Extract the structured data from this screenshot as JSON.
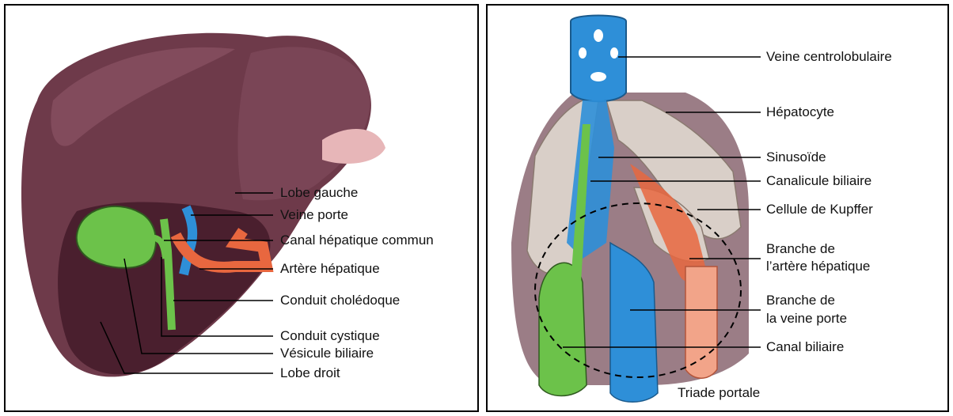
{
  "liver_panel": {
    "labels": {
      "lobe_gauche": "Lobe gauche",
      "veine_porte": "Veine porte",
      "canal_hepatique": "Canal hépatique commun",
      "artere_hepatique": "Artère hépatique",
      "conduit_choledoque": "Conduit cholédoque",
      "conduit_cystique": "Conduit cystique",
      "vesicule_biliaire": "Vésicule biliaire",
      "lobe_droit": "Lobe droit"
    }
  },
  "lobule_panel": {
    "labels": {
      "veine_centrolobulaire": "Veine centrolobulaire",
      "hepatocyte": "Hépatocyte",
      "sinusoide": "Sinusoïde",
      "canalicule": "Canalicule biliaire",
      "kupffer": "Cellule de Kupffer",
      "branche_artere_1": "Branche de",
      "branche_artere_2": "l’artère hépatique",
      "branche_veine_1": "Branche de",
      "branche_veine_2": "la veine porte",
      "canal_biliaire": "Canal biliaire",
      "triade": "Triade portale"
    }
  },
  "colors": {
    "liver": "#6e3a4a",
    "liver_dark": "#4a1f2e",
    "gallbladder": "#6cc24a",
    "portal_vein": "#2e8fd8",
    "artery": "#e8673f",
    "hepatocyte": "#d9cfc8"
  }
}
